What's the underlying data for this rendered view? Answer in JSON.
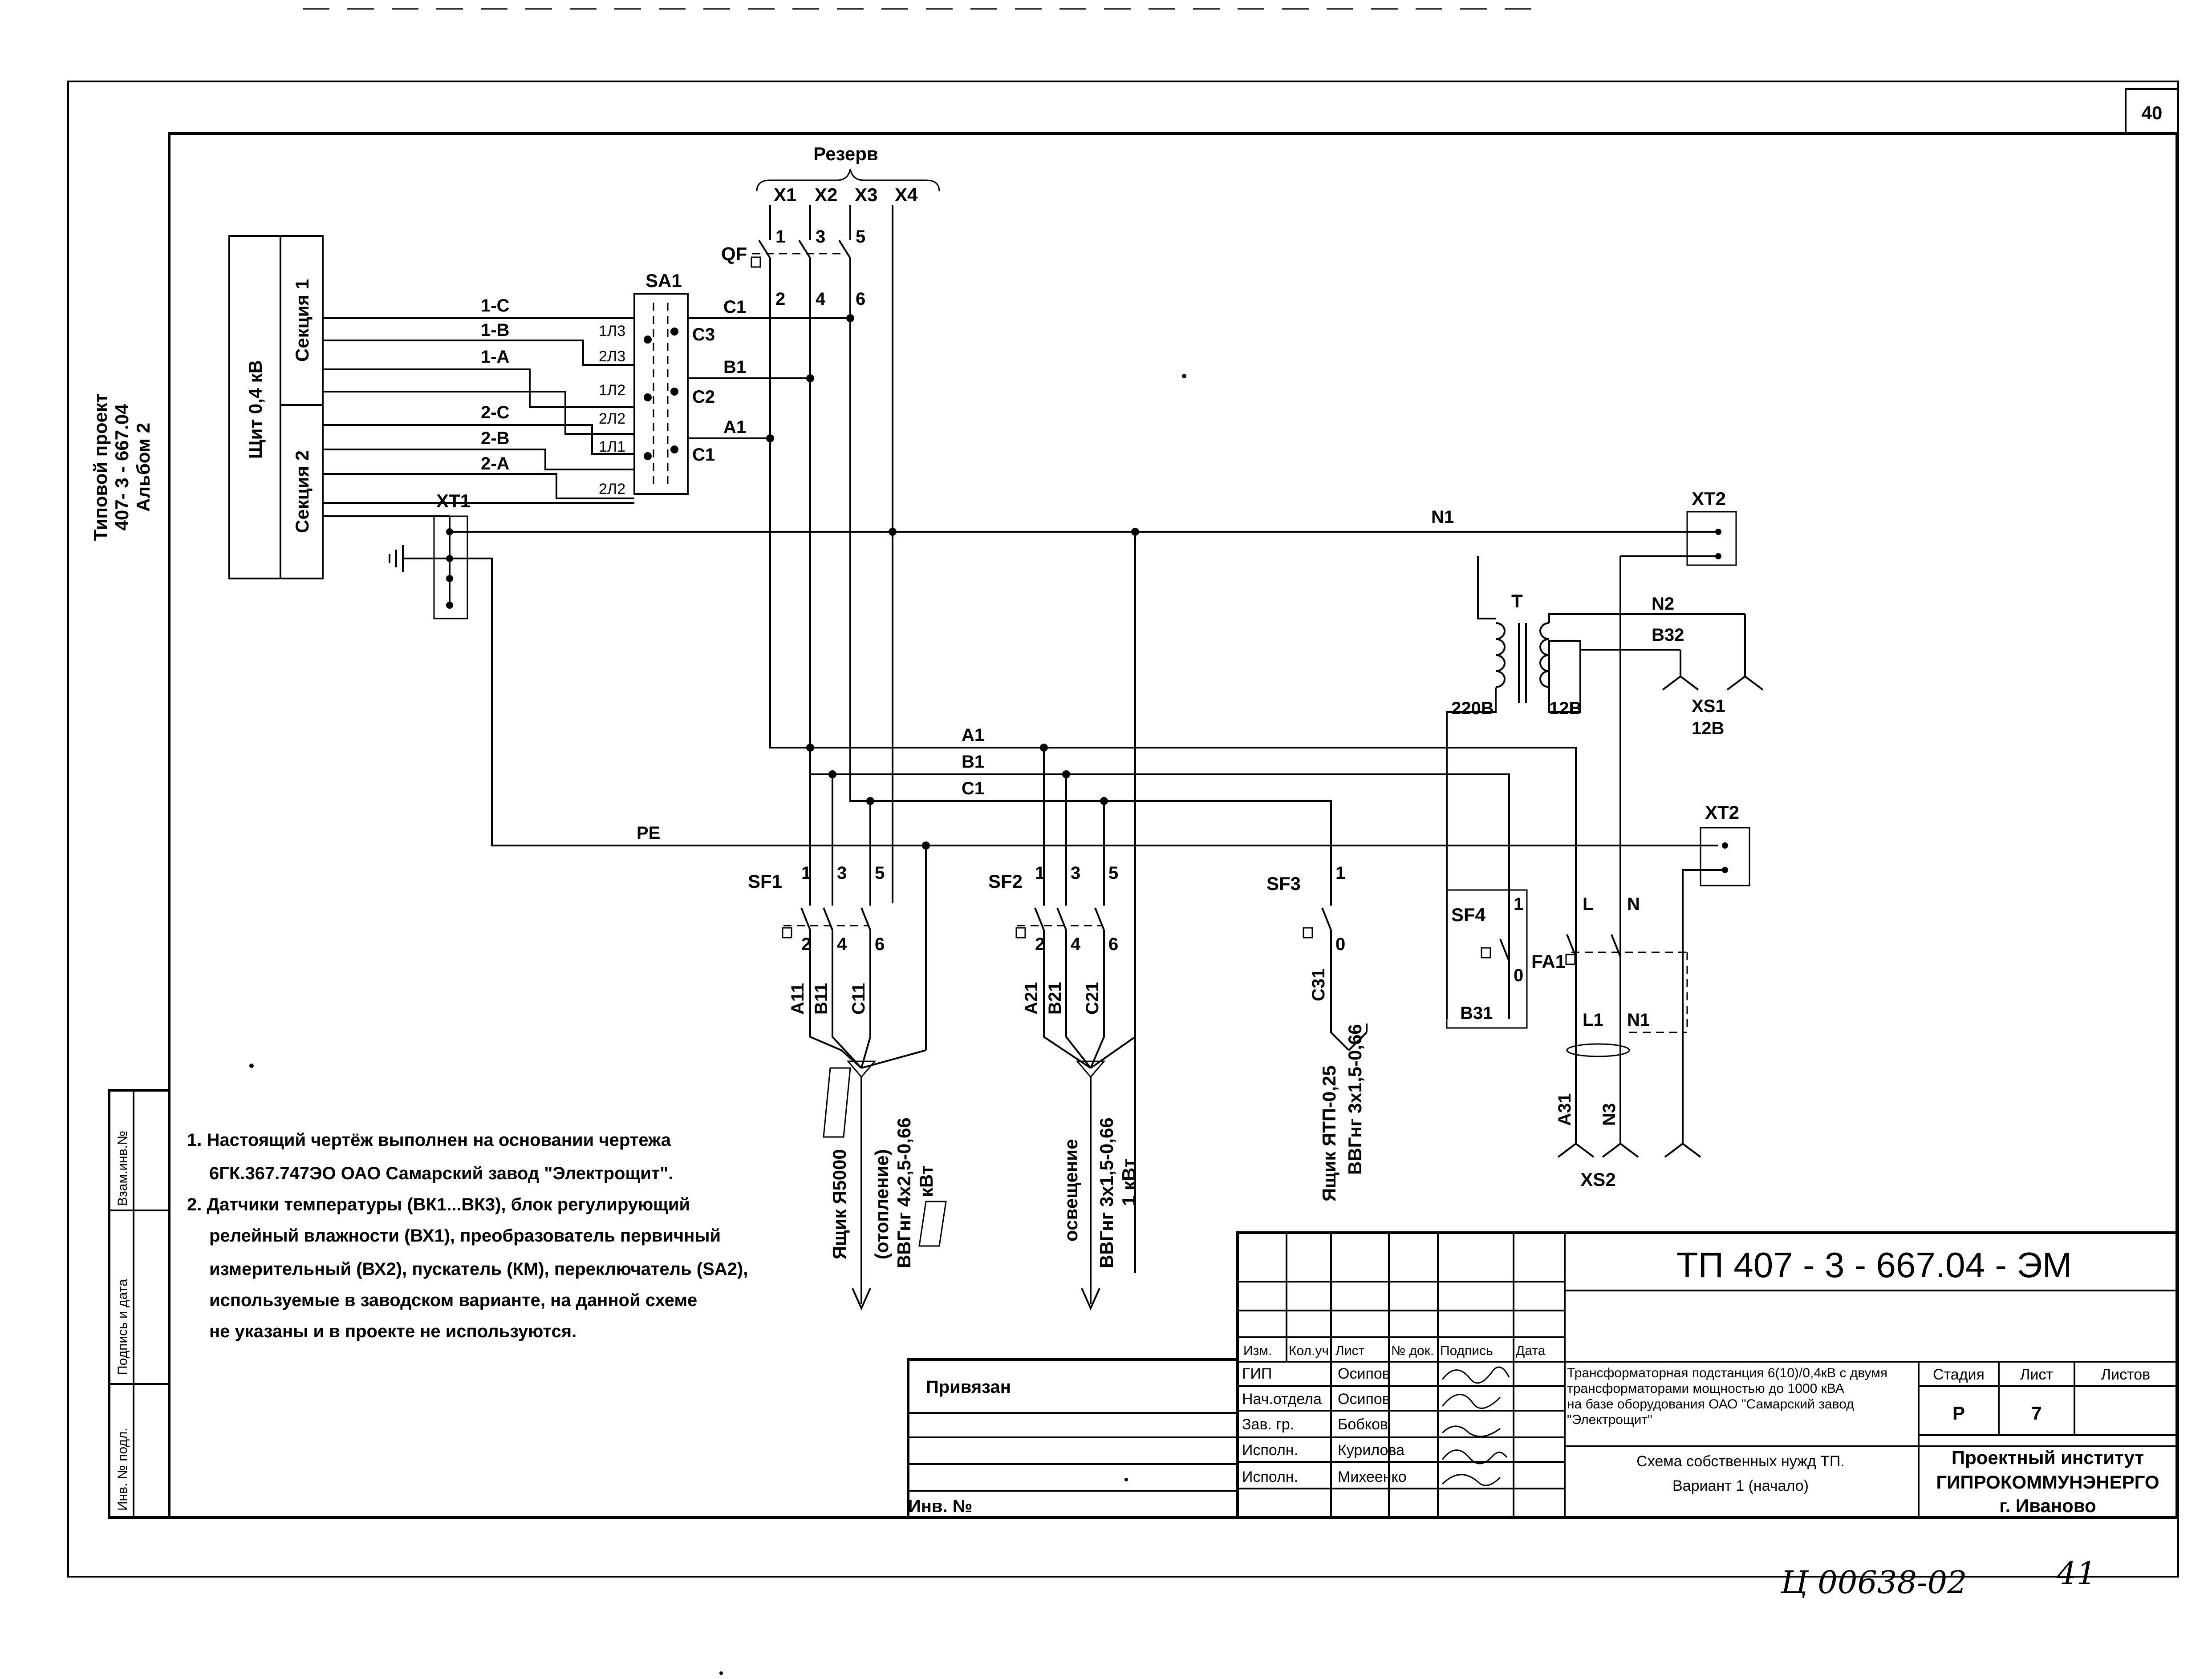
{
  "sheet_number": "40",
  "project": {
    "line1": "Типовой проект",
    "line2": "407- 3 - 667.04",
    "line3": "Альбом 2"
  },
  "switchboard": {
    "title": "Щит 0,4 кВ",
    "section1": "Секция 1",
    "section2": "Секция 2"
  },
  "wires": {
    "s1c": "1-С",
    "s1b": "1-В",
    "s1a": "1-А",
    "s2c": "2-С",
    "s2b": "2-В",
    "s2a": "2-А",
    "sa1": "SA1",
    "l13": "1Л3",
    "l23": "2Л3",
    "l12": "1Л2",
    "l22": "2Л2",
    "l11": "1Л1",
    "l21": "2Л2",
    "c3": "С3",
    "c2": "С2",
    "c1": "С1",
    "out_c1": "С1",
    "out_b1": "В1",
    "out_a1": "А1",
    "reserve": "Резерв",
    "x1": "Х1",
    "x2": "Х2",
    "x3": "Х3",
    "x4": "Х4",
    "qf": "QF",
    "qf_t1": "1",
    "qf_t3": "3",
    "qf_t5": "5",
    "qf_t2": "2",
    "qf_t4": "4",
    "qf_t6": "6",
    "xt1": "ХТ1",
    "n1": "N1",
    "xt2_top": "ХТ2",
    "t": "Т",
    "n2": "N2",
    "b32": "В32",
    "v220": "220В",
    "v12": "12В",
    "xs1": "XS1",
    "xs1_v": "12В",
    "bus_a1": "А1",
    "bus_b1": "В1",
    "bus_c1": "С1",
    "pe": "РЕ",
    "xt2_bot": "ХТ2"
  },
  "breakers": {
    "sf1": "SF1",
    "sf2": "SF2",
    "sf3": "SF3",
    "sf4": "SF4",
    "n1": "1",
    "n3": "3",
    "n5": "5",
    "n2": "2",
    "n4": "4",
    "n6": "6",
    "sf3_top": "1",
    "sf3_bot": "0",
    "sf4_top": "1",
    "sf4_bot": "0",
    "a11": "А11",
    "b11": "В11",
    "c11": "С11",
    "a21": "А21",
    "b21": "В21",
    "c21": "С21",
    "c31": "С31",
    "b31": "В31",
    "fa1": "FA1",
    "fa_l": "L",
    "fa_n": "N",
    "fa_l1": "L1",
    "fa_n1": "N1",
    "a31": "А31",
    "n3lbl": "N3",
    "xs2": "XS2"
  },
  "cables": {
    "heat1": "Ящик Я5000",
    "heat2": "(отопление)",
    "heat3": "ВВГнг 4х2,5-0,66",
    "heat4": "кВт",
    "light1": "освещение",
    "light2": "ВВГнг 3х1,5-0,66",
    "light3": "1 кВт",
    "box1": "Ящик ЯТП-0,25",
    "box2": "ВВГнг 3х1,5-0,66"
  },
  "notes": [
    "1. Настоящий чертёж выполнен на основании чертежа",
    "6ГК.367.747ЭО ОАО Самарский завод \"Электрощит\".",
    "2. Датчики температуры (ВК1...ВК3), блок регулирующий",
    "релейный влажности (ВХ1), преобразователь первичный",
    "измерительный (ВХ2), пускатель (КМ), переключатель (SA2),",
    "используемые в заводском варианте, на данной схеме",
    "не указаны и в проекте не используются."
  ],
  "side_stamp": {
    "f1": "Взам.инв.№",
    "f2": "Подпись и дата",
    "f3": "Инв. № подл."
  },
  "title_block": {
    "doc_code": "ТП 407 - 3 - 667.04 - ЭМ",
    "bound": "Привязан",
    "inv": "Инв. №",
    "h_izm": "Изм.",
    "h_kol": "Кол.уч.",
    "h_list": "Лист",
    "h_doc": "№ док.",
    "h_sign": "Подпись",
    "h_date": "Дата",
    "roles": [
      "ГИП",
      "Нач.отдела",
      "Зав. гр.",
      "Исполн.",
      "Исполн."
    ],
    "names": [
      "Осипов",
      "Осипов",
      "Бобков",
      "Курилова",
      "Михеенко"
    ],
    "desc1": "Трансформаторная подстанция 6(10)/0,4кВ с двумя",
    "desc2": "трансформаторами мощностью до 1000 кВА",
    "desc3": "на базе оборудования ОАО \"Самарский завод",
    "desc4": "\"Электрощит\"",
    "scheme1": "Схема собственных нужд ТП.",
    "scheme2": "Вариант 1 (начало)",
    "h_stage": "Стадия",
    "h_sheet": "Лист",
    "h_sheets": "Листов",
    "stage": "Р",
    "sheet": "7",
    "inst1": "Проектный институт",
    "inst2": "ГИПРОКОММУНЭНЕРГО",
    "inst3": "г. Иваново"
  },
  "handwritten": {
    "code": "Ц 00638-02",
    "page": "41"
  }
}
